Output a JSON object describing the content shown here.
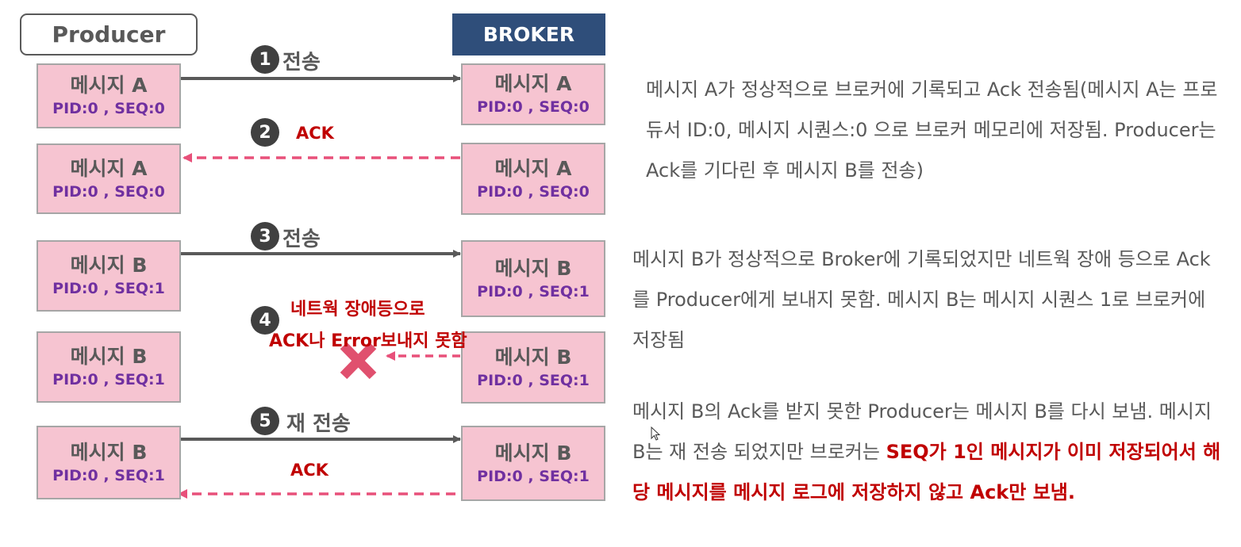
{
  "headers": {
    "producer": "Producer",
    "broker": "BROKER"
  },
  "steps": [
    {
      "number": "1",
      "label": "전송"
    },
    {
      "number": "2",
      "label": "ACK"
    },
    {
      "number": "3",
      "label": "전송"
    },
    {
      "number": "4",
      "label_line1": "네트웍 장애등으로",
      "label_line2": "ACK나 Error보내지 못함"
    },
    {
      "number": "5",
      "label": "재 전송",
      "ack": "ACK"
    }
  ],
  "messages": {
    "p1": {
      "name": "메시지 A",
      "meta": "PID:0 , SEQ:0"
    },
    "b1": {
      "name": "메시지 A",
      "meta": "PID:0 , SEQ:0"
    },
    "p2": {
      "name": "메시지 A",
      "meta": "PID:0 , SEQ:0"
    },
    "b2": {
      "name": "메시지 A",
      "meta": "PID:0 , SEQ:0"
    },
    "p3": {
      "name": "메시지 B",
      "meta": "PID:0 , SEQ:1"
    },
    "b3": {
      "name": "메시지 B",
      "meta": "PID:0 , SEQ:1"
    },
    "p4": {
      "name": "메시지 B",
      "meta": "PID:0 , SEQ:1"
    },
    "b4": {
      "name": "메시지 B",
      "meta": "PID:0 , SEQ:1"
    },
    "p5": {
      "name": "메시지 B",
      "meta": "PID:0 , SEQ:1"
    },
    "b5": {
      "name": "메시지 B",
      "meta": "PID:0 , SEQ:1"
    }
  },
  "descriptions": {
    "d1": "메시지 A가 정상적으로 브로커에 기록되고 Ack 전송됨(메시지 A는 프로듀서 ID:0, 메시지 시퀀스:0 으로 브로커 메모리에 저장됨. Producer는 Ack를 기다린 후 메시지 B를 전송)",
    "d2": "메시지 B가 정상적으로 Broker에 기록되었지만 네트웍 장애 등으로 Ack를 Producer에게 보내지 못함. 메시지 B는 메시지 시퀀스 1로 브로커에 저장됨",
    "d3_normal": "메시지 B의 Ack를 받지 못한 Producer는 메시지 B를 다시 보냄. 메시지 B는 재 전송 되었지만 브로커는 ",
    "d3_highlight": "SEQ가 1인 메시지가 이미 저장되어서 해당 메시지를 메시지 로그에 저장하지 않고 Ack만 보냄."
  },
  "colors": {
    "message_fill": "#f6c4d1",
    "message_border": "#a6a6a6",
    "meta_text": "#7030a0",
    "broker_header": "#2f4e7a",
    "send_arrow": "#595959",
    "ack_arrow": "#e8507a",
    "error_x": "#e0506e",
    "highlight_text": "#c00000"
  },
  "icons": {
    "failure": "x-mark-icon",
    "cursor": "mouse-pointer-icon"
  }
}
